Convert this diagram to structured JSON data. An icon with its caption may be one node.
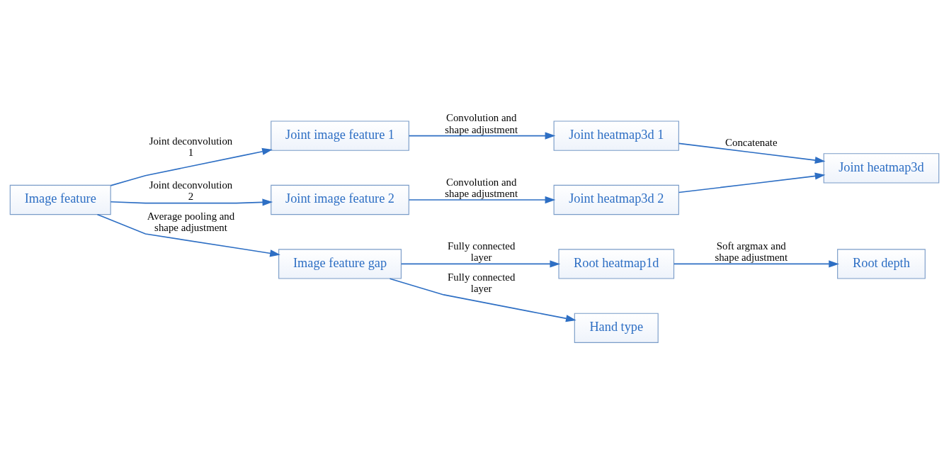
{
  "diagram": {
    "nodes": [
      {
        "text": [
          "Image feature"
        ]
      },
      {
        "text": [
          "Joint image feature 1"
        ]
      },
      {
        "text": [
          "Joint heatmap3d 1"
        ]
      },
      {
        "text": [
          "Joint image feature 2"
        ]
      },
      {
        "text": [
          "Joint heatmap3d 2"
        ]
      },
      {
        "text": [
          "Joint heatmap3d"
        ]
      },
      {
        "text": [
          "Image feature gap"
        ]
      },
      {
        "text": [
          "Root heatmap1d"
        ]
      },
      {
        "text": [
          "Root depth"
        ]
      },
      {
        "text": [
          "Hand type"
        ]
      }
    ],
    "edges": [
      {
        "from": 0,
        "to": 1,
        "arrow": "to",
        "label": "Joint deconvolution 1"
      },
      {
        "from": 0,
        "to": 3,
        "arrow": "to",
        "label": "Joint deconvolution 2"
      },
      {
        "from": 1,
        "to": 2,
        "arrow": "to",
        "label": "Convolution and shape adjustment"
      },
      {
        "from": 3,
        "to": 4,
        "arrow": "to",
        "label": "Convolution and shape adjustment"
      },
      {
        "from": 2,
        "to": 5,
        "arrow": "to",
        "label": "Concatenate"
      },
      {
        "from": 4,
        "to": 5,
        "arrow": "to"
      },
      {
        "from": 0,
        "to": 6,
        "arrow": "to",
        "label": "Average pooling and shape adjustment"
      },
      {
        "from": 6,
        "to": 7,
        "arrow": "to",
        "label": "Fully connected layer"
      },
      {
        "from": 7,
        "to": 8,
        "arrow": "to",
        "label": "Soft argmax and shape adjustment"
      },
      {
        "from": 6,
        "to": 9,
        "arrow": "to",
        "label": "Fully connected layer"
      }
    ]
  }
}
